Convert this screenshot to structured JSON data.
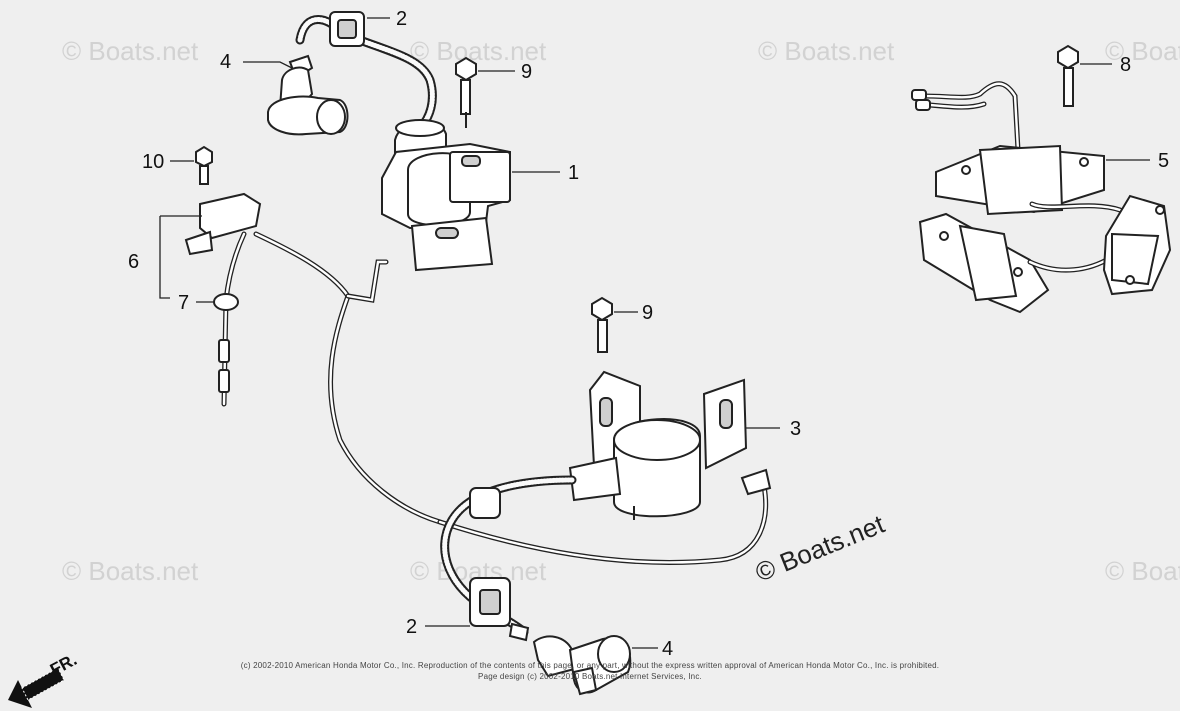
{
  "watermarks": {
    "small": "© Boats.net",
    "main": "© Boats.net"
  },
  "callouts": {
    "c1": "1",
    "c2_top": "2",
    "c2_bottom": "2",
    "c3": "3",
    "c4_top": "4",
    "c4_bottom": "4",
    "c5": "5",
    "c6": "6",
    "c7": "7",
    "c8": "8",
    "c9_top": "9",
    "c9_mid": "9",
    "c10": "10"
  },
  "direction": {
    "label": "FR."
  },
  "copyright": {
    "line1": "(c) 2002-2010 American Honda Motor Co., Inc. Reproduction of the contents of this page, or any part, without the express written approval of American Honda Motor Co., Inc. is prohibited.",
    "line2": "Page design (c) 2002-2010 Boats.net Internet Services, Inc."
  },
  "colors": {
    "background": "#efefef",
    "line": "#222222",
    "watermark": "#d2d2d2"
  }
}
